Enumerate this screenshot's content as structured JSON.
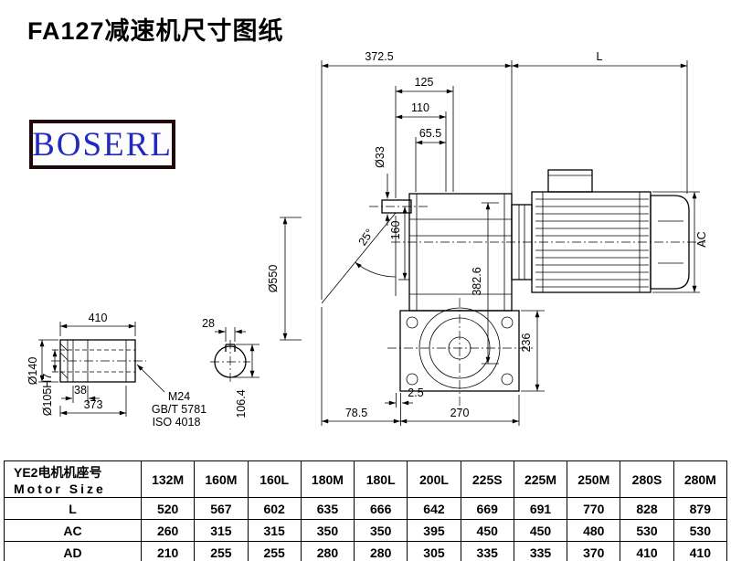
{
  "page": {
    "title": "FA127减速机尺寸图纸",
    "logo": "BOSERL"
  },
  "drawing": {
    "dims": {
      "d3725": "372.5",
      "dL": "L",
      "d125": "125",
      "d110": "110",
      "d655": "65.5",
      "d33": "Ø33",
      "d160": "160",
      "a25": "25°",
      "d550": "Ø550",
      "d3826": "382.6",
      "dAC": "AC",
      "d236": "236",
      "d25": "2.5",
      "d785": "78.5",
      "d270": "270",
      "d410": "410",
      "d28": "28",
      "d140": "Ø140",
      "d105": "Ø105H7",
      "d38": "38",
      "d373": "373",
      "m24": "M24",
      "gbt": "GB/T 5781",
      "iso": "ISO 4018",
      "d1064": "106.4"
    }
  },
  "table": {
    "header": {
      "line1": "YE2电机机座号",
      "line2": "Motor Size"
    },
    "columns": [
      "132M",
      "160M",
      "160L",
      "180M",
      "180L",
      "200L",
      "225S",
      "225M",
      "250M",
      "280S",
      "280M"
    ],
    "rows": [
      {
        "label": "L",
        "values": [
          520,
          567,
          602,
          635,
          666,
          642,
          669,
          691,
          770,
          828,
          879
        ]
      },
      {
        "label": "AC",
        "values": [
          260,
          315,
          315,
          350,
          350,
          395,
          450,
          450,
          480,
          530,
          530
        ]
      },
      {
        "label": "AD",
        "values": [
          210,
          255,
          255,
          280,
          280,
          305,
          335,
          335,
          370,
          410,
          410
        ]
      }
    ]
  }
}
